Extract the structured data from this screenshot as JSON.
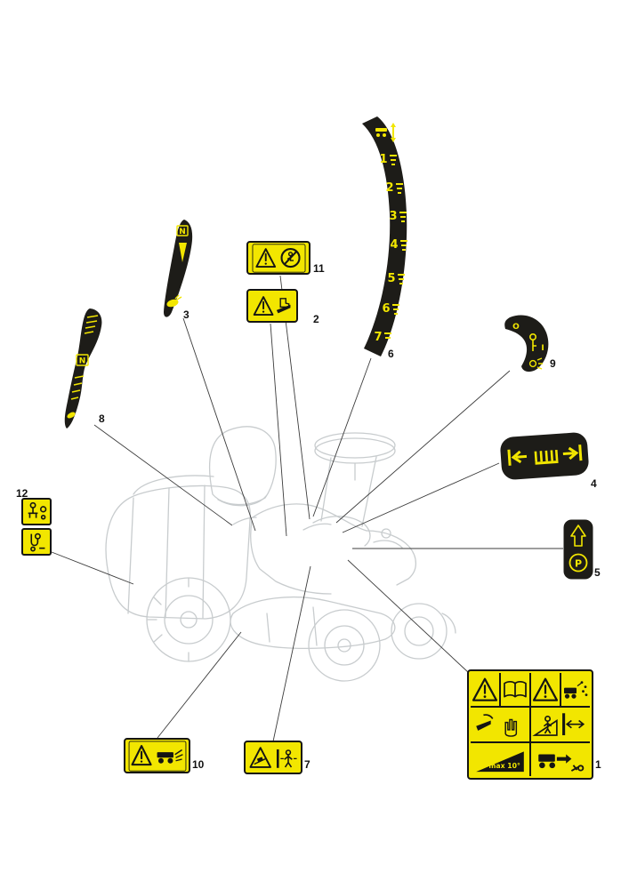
{
  "page": {
    "background": "#ffffff"
  },
  "colors": {
    "decal_yellow": "#f2e600",
    "decal_black": "#1d1c18",
    "icon_black": "#151513",
    "tractor_outline": "#c8ccce",
    "leader_line": "#3c3c3c",
    "ref_text": "#111111"
  },
  "callouts": {
    "c1": {
      "ref": "1",
      "name": "multi-pictogram-warning-panel-label"
    },
    "c2": {
      "ref": "2",
      "name": "cutting-hazard-warning-label"
    },
    "c3": {
      "ref": "3",
      "name": "drive-speed-indicator-label"
    },
    "c4": {
      "ref": "4",
      "name": "grass-catcher-lever-label"
    },
    "c5": {
      "ref": "5",
      "name": "parking-brake-label"
    },
    "c6": {
      "ref": "6",
      "name": "cutting-height-scale-label"
    },
    "c7": {
      "ref": "7",
      "name": "slope-keep-distance-warning-label"
    },
    "c8": {
      "ref": "8",
      "name": "gear-selector-scale-label"
    },
    "c9": {
      "ref": "9",
      "name": "ignition-switch-label"
    },
    "c10": {
      "ref": "10",
      "name": "deck-discharge-warning-label"
    },
    "c11": {
      "ref": "11",
      "name": "no-riders-warning-label"
    },
    "c12": {
      "ref": "12",
      "name": "tow-hitch-labels"
    }
  },
  "decal_text": {
    "height_scale": {
      "s1": "1",
      "s2": "2",
      "s3": "3",
      "s4": "4",
      "s5": "5",
      "s6": "6",
      "s7": "7"
    },
    "neutral_letter": "N",
    "parking_letter": "P",
    "ignition_off": "O",
    "ignition_on": "I",
    "max_slope": "max 10°"
  }
}
